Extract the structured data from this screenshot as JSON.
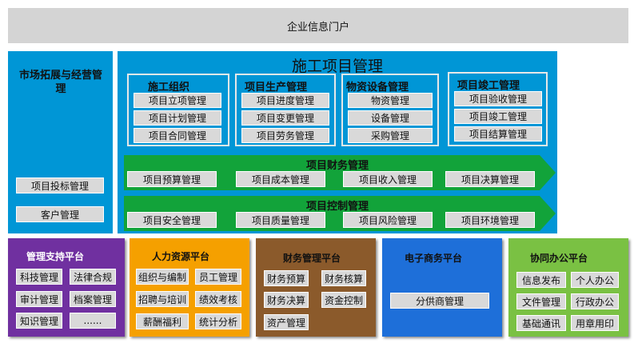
{
  "portal": "企业信息门户",
  "market": {
    "title": "市场拓展与经营管理",
    "items": [
      "项目投标管理",
      "客户管理"
    ]
  },
  "construction": {
    "title": "施工项目管理",
    "groups": [
      {
        "title": "施工组织",
        "items": [
          "项目立项管理",
          "项目计划管理",
          "项目合同管理"
        ]
      },
      {
        "title": "项目生产管理",
        "items": [
          "项目进度管理",
          "项目变更管理",
          "项目劳务管理"
        ]
      },
      {
        "title": "物资设备管理",
        "items": [
          "物资管理",
          "设备管理",
          "采购管理"
        ]
      },
      {
        "title": "项目竣工管理",
        "items": [
          "项目验收管理",
          "项目竣工管理",
          "项目结算管理"
        ]
      }
    ],
    "finance": {
      "title": "项目财务管理",
      "items": [
        "项目预算管理",
        "项目成本管理",
        "项目收入管理",
        "项目决算管理"
      ]
    },
    "control": {
      "title": "项目控制管理",
      "items": [
        "项目安全管理",
        "项目质量管理",
        "项目风险管理",
        "项目环境管理"
      ]
    }
  },
  "platforms": [
    {
      "title": "管理支持平台",
      "color": "#7030a0",
      "items": [
        "科技管理",
        "法律合规",
        "审计管理",
        "档案管理",
        "知识管理",
        "......"
      ]
    },
    {
      "title": "人力资源平台",
      "color": "#f5a000",
      "items": [
        "组织与编制",
        "员工管理",
        "招聘与培训",
        "绩效考核",
        "薪酬福利",
        "统计分析"
      ]
    },
    {
      "title": "财务管理平台",
      "color": "#8b5a2b",
      "items": [
        "财务预算",
        "财务核算",
        "财务决算",
        "资金控制",
        "资产管理"
      ]
    },
    {
      "title": "电子商务平台",
      "color": "#1e6fd9",
      "items": [
        "分供商管理"
      ]
    },
    {
      "title": "协同办公平台",
      "color": "#7ac143",
      "items": [
        "信息发布",
        "个人办公",
        "文件管理",
        "行政办公",
        "基础通讯",
        "用章用印"
      ]
    }
  ]
}
